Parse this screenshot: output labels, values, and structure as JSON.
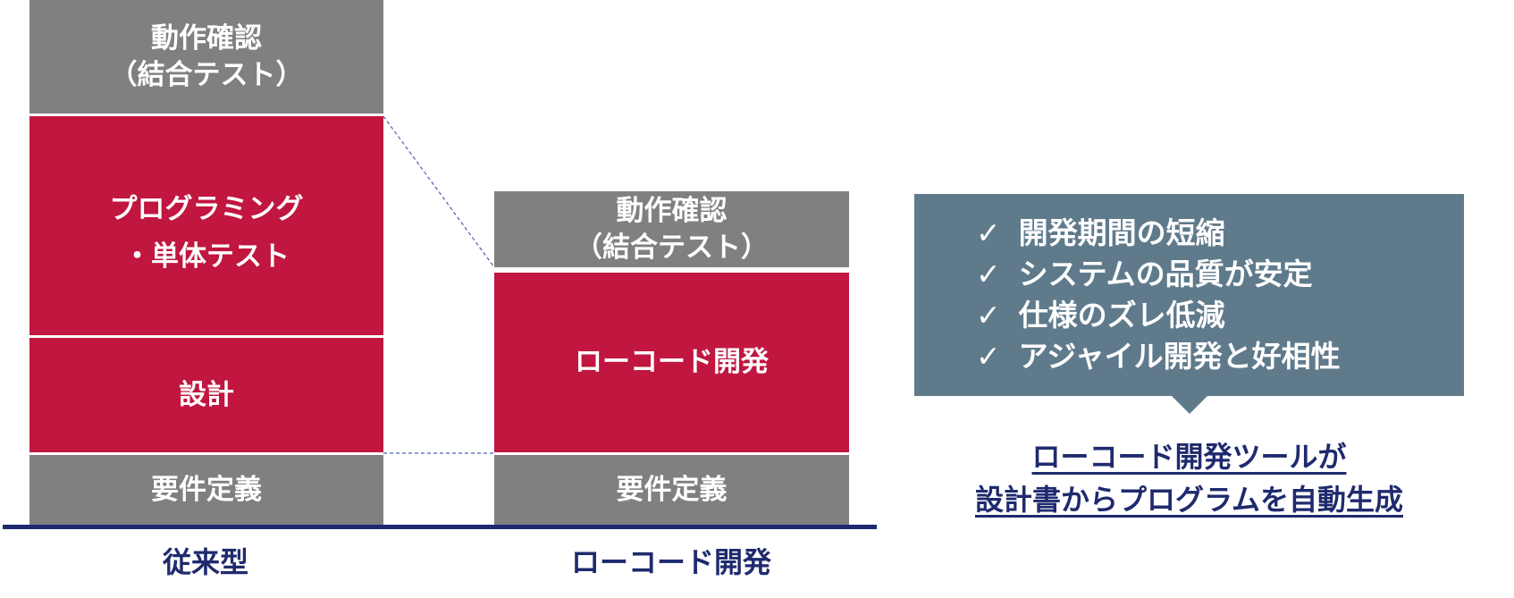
{
  "conventional": {
    "label": "従来型",
    "blocks": {
      "testing_l1": "動作確認",
      "testing_l2": "（結合テスト）",
      "programming_l1": "プログラミング",
      "programming_l2": "・単体テスト",
      "design": "設計",
      "requirements": "要件定義"
    }
  },
  "lowcode": {
    "label": "ローコード開発",
    "blocks": {
      "testing_l1": "動作確認",
      "testing_l2": "（結合テスト）",
      "development": "ローコード開発",
      "requirements": "要件定義"
    }
  },
  "benefits": {
    "check_icon": "✓",
    "items": [
      "開発期間の短縮",
      "システムの品質が安定",
      "仕様のズレ低減",
      "アジャイル開発と好相性"
    ]
  },
  "summary": {
    "line1": "ローコード開発ツールが",
    "line2": "設計書からプログラムを自動生成"
  },
  "colors": {
    "red": "#c0163f",
    "gray": "#808080",
    "navy": "#1f2a6e",
    "panel": "#5f7a8b"
  }
}
